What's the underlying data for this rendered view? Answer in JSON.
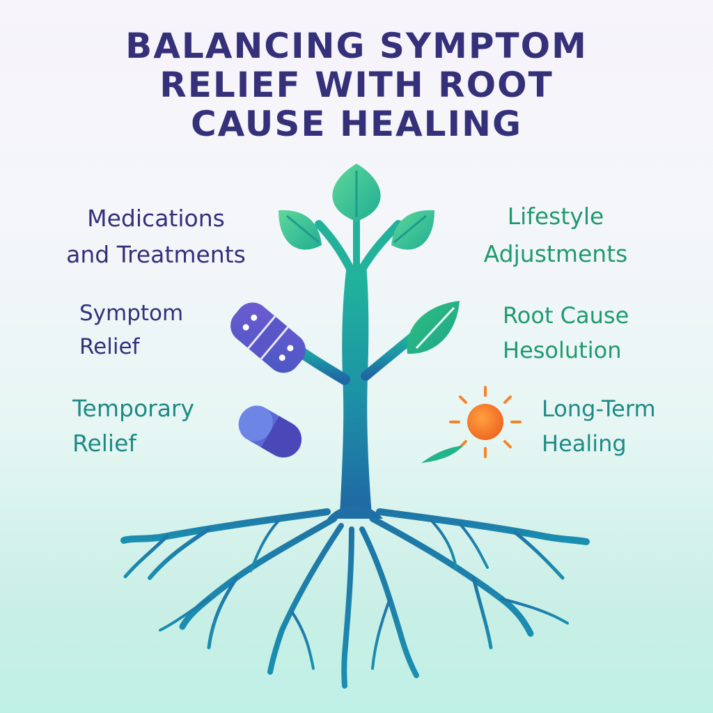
{
  "title": {
    "line1": "BALANCING SYMPTOM",
    "line2": "RELIEF WITH ROOT",
    "line3": "CAUSE HEALING"
  },
  "left": {
    "heading": {
      "line1": "Medications",
      "line2": "and Treatments"
    },
    "symptom": {
      "line1": "Symptom",
      "line2": "Relief"
    },
    "temporary": {
      "line1": "Temporary",
      "line2": "Relief"
    }
  },
  "right": {
    "heading": {
      "line1": "Lifestyle",
      "line2": "Adjustments"
    },
    "rootcause": {
      "line1": "Root Cause",
      "line2": "Hesolution"
    },
    "longterm": {
      "line1": "Long-Term",
      "line2": "Healing"
    }
  },
  "icons": {
    "bandage": "bandage-icon",
    "pill": "pill-icon",
    "sun": "sun-icon",
    "leaf": "leaf-icon"
  },
  "colors": {
    "title": "#35307a",
    "purple_text": "#33307a",
    "teal_text": "#1d8a85",
    "green_text": "#1f9a6e",
    "trunk_top": "#1fb39a",
    "trunk_bottom": "#1f6fa6",
    "sun": "#f6822a"
  }
}
